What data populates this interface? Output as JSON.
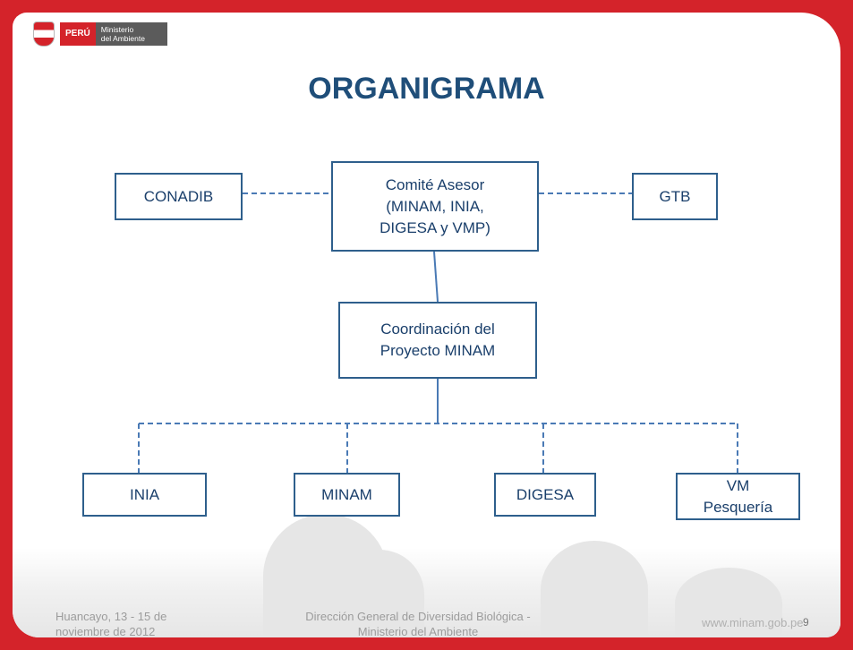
{
  "logo": {
    "country": "PERÚ",
    "ministry_line1": "Ministerio",
    "ministry_line2": "del Ambiente"
  },
  "title": "ORGANIGRAMA",
  "nodes": {
    "advisory": [
      "Comité Asesor",
      "(MINAM, INIA,",
      "DIGESA y VMP)"
    ],
    "conadib": "CONADIB",
    "gtb": "GTB",
    "coordination": [
      "Coordinación del",
      "Proyecto MINAM"
    ],
    "inia": "INIA",
    "minam": "MINAM",
    "digesa": "DIGESA",
    "vm": [
      "VM",
      "Pesquería"
    ]
  },
  "footer": {
    "location_date": [
      "Huancayo, 13 - 15 de",
      "noviembre de 2012"
    ],
    "directorate": [
      "Dirección General de Diversidad Biológica -",
      "Ministerio del Ambiente"
    ],
    "website": "www.minam.gob.pe",
    "page_number": "9"
  },
  "colors": {
    "frame": "#d4232a",
    "title": "#1f4e79",
    "box_border": "#2e5f8c",
    "connector": "#4a7ab5"
  }
}
